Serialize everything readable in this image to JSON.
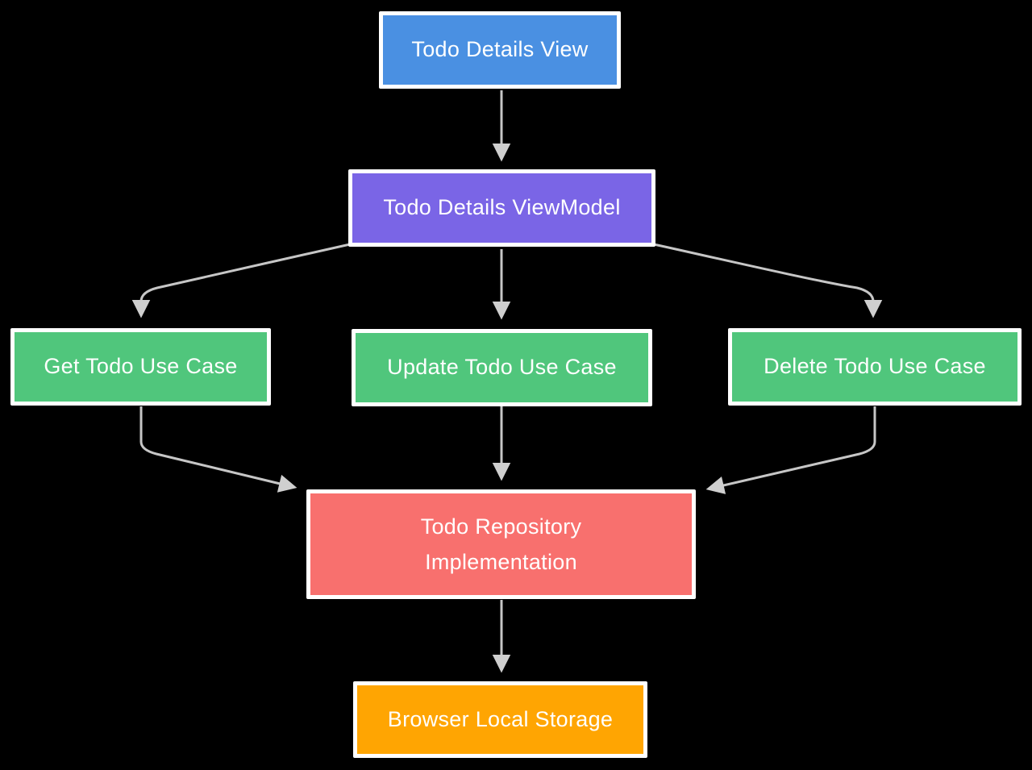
{
  "diagram": {
    "background_color": "#000000",
    "edge_color": "#c6c6c6",
    "arrowhead_color": "#cfcfcf",
    "node_border_color": "#ffffff",
    "node_text_color": "#ffffff",
    "nodes": {
      "view": {
        "label": "Todo Details View",
        "color": "#4A90E2"
      },
      "viewmodel": {
        "label": "Todo Details ViewModel",
        "color": "#7A65E6"
      },
      "get": {
        "label": "Get Todo Use Case",
        "color": "#50C67C"
      },
      "update": {
        "label": "Update Todo Use Case",
        "color": "#50C67C"
      },
      "delete": {
        "label": "Delete Todo Use Case",
        "color": "#50C67C"
      },
      "repo": {
        "lines": [
          "Todo Repository",
          "Implementation"
        ],
        "color": "#F8706E"
      },
      "storage": {
        "label": "Browser Local Storage",
        "color": "#FFA502"
      }
    },
    "edges": [
      {
        "from": "Todo Details View",
        "to": "Todo Details ViewModel"
      },
      {
        "from": "Todo Details ViewModel",
        "to": "Get Todo Use Case"
      },
      {
        "from": "Todo Details ViewModel",
        "to": "Update Todo Use Case"
      },
      {
        "from": "Todo Details ViewModel",
        "to": "Delete Todo Use Case"
      },
      {
        "from": "Get Todo Use Case",
        "to": "Todo Repository Implementation"
      },
      {
        "from": "Update Todo Use Case",
        "to": "Todo Repository Implementation"
      },
      {
        "from": "Delete Todo Use Case",
        "to": "Todo Repository Implementation"
      },
      {
        "from": "Todo Repository Implementation",
        "to": "Browser Local Storage"
      }
    ]
  }
}
